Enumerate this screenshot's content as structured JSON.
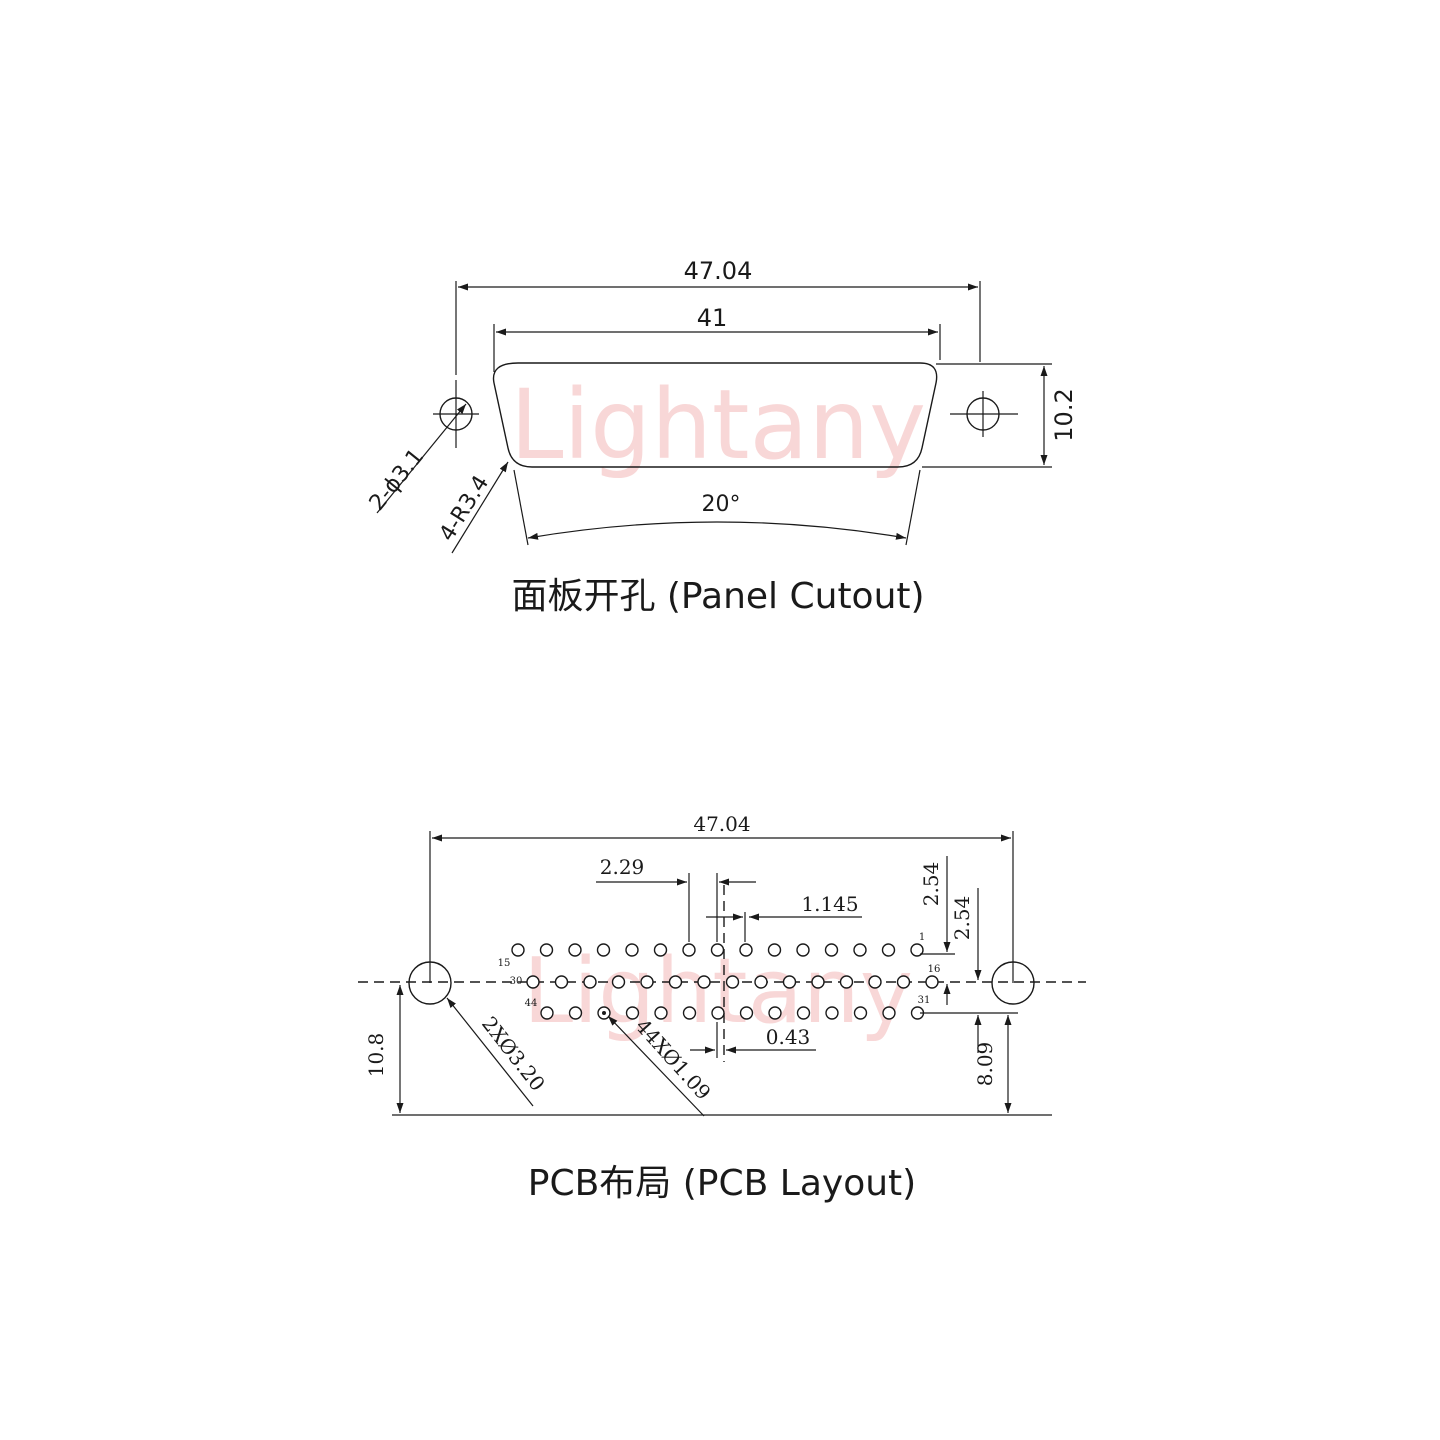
{
  "watermark": "Lightany",
  "panel_cutout": {
    "caption": "面板开孔 (Panel Cutout)",
    "dim_overall_width": "47.04",
    "dim_shell_width": "41",
    "dim_height": "10.2",
    "dim_angle": "20°",
    "dim_mount_holes": "2-ϕ3.1",
    "dim_corner_radius": "4-R3.4"
  },
  "pcb_layout": {
    "caption": "PCB布局 (PCB Layout)",
    "dim_overall_width": "47.04",
    "dim_row_pitch_offset": "2.29",
    "dim_half_pitch": "1.145",
    "dim_row_spacing_top": "2.54",
    "dim_row_spacing_bottom": "2.54",
    "dim_center_offset": "0.43",
    "dim_mount_holes": "2XØ3.20",
    "dim_pin_holes": "44XØ1.09",
    "dim_left_height": "10.8",
    "dim_right_height": "8.09",
    "pin_labels": {
      "p1": "1",
      "p15": "15",
      "p16": "16",
      "p30": "30",
      "p31": "31",
      "p44": "44"
    }
  }
}
